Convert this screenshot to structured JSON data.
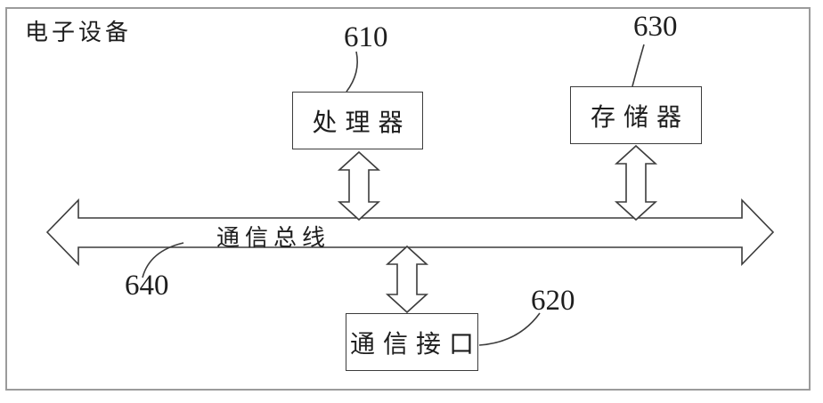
{
  "device": {
    "title": "电子设备",
    "bus": {
      "label": "通信总线",
      "ref": "640"
    },
    "processor": {
      "label": "处理器",
      "ref": "610"
    },
    "memory": {
      "label": "存储器",
      "ref": "630"
    },
    "interface": {
      "label": "通信接口",
      "ref": "620"
    },
    "colors": {
      "line": "#3c3c3c",
      "frame": "#9b9b9b",
      "background": "#ffffff",
      "text": "#1e1e1e"
    }
  }
}
